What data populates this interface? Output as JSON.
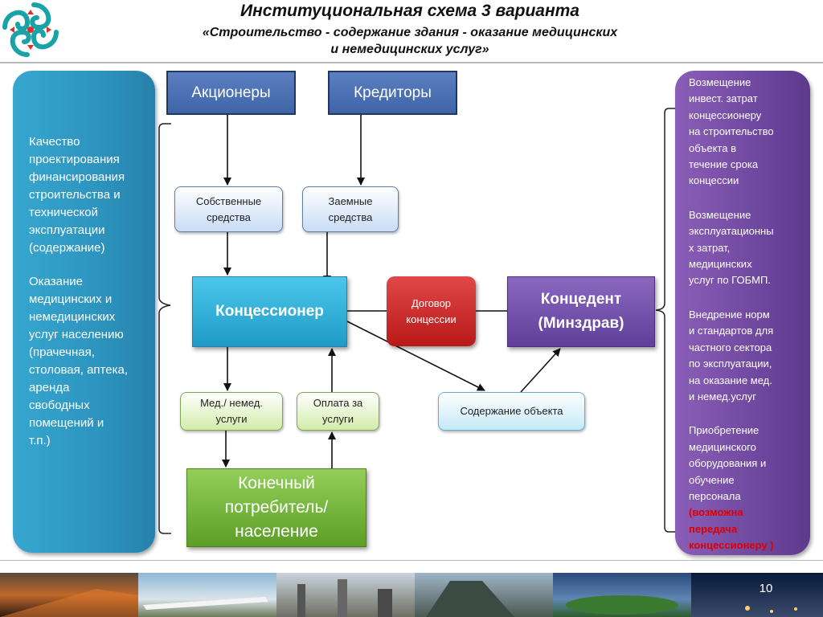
{
  "header": {
    "title": "Институциональная схема 3 варианта",
    "subtitle_line1": "«Строительство - содержание здания - оказание медицинских",
    "subtitle_line2": "и немедицинских услуг»"
  },
  "left_panel": {
    "paragraph1": "Качество\nпроектирования\nфинансирования\nстроительства и\nтехнической\nэксплуатации\n(содержание)",
    "paragraph2": "Оказание\nмедицинских и\nнемедицинских\nуслуг  населению\n(прачечная,\nстоловая, аптека,\nаренда\nсвободных\nпомещений и\nт.п.)"
  },
  "right_panel": {
    "paragraph1": "Возмещение\nинвест. затрат\nконцессионеру\nна строительство\nобъекта в\nтечение срока\nконцессии",
    "paragraph2": "Возмещение\nэксплуатационны\nх затрат,\nмедицинских\nуслуг по ГОБМП.",
    "paragraph3": "Внедрение норм\nи стандартов для\nчастного сектора\nпо эксплуатации,\nна оказание мед.\nи немед.услуг",
    "paragraph4": "Приобретение\nмедицинского\nоборудования и\nобучение\nперсонала",
    "paragraph4_note": "(возможна\nпередача\nконцессионеру )"
  },
  "diagram": {
    "shareholders": "Акционеры",
    "creditors": "Кредиторы",
    "own_funds": "Собственные\nсредства",
    "borrowed_funds": "Заемные\nсредства",
    "concessioner": "Концессионер",
    "contract": "Договор\nконцессии",
    "grantor": "Концедент\n(Минздрав)",
    "med_services": "Мед./ немед.\nуслуги",
    "payment": "Оплата за\nуслуги",
    "maintenance": "Содержание объекта",
    "consumer": "Конечный\nпотребитель/\nнаселение"
  },
  "footer": {
    "page_number": "10"
  },
  "colors": {
    "left_panel": "#2c94bf",
    "right_panel": "#6f48a0",
    "dark_blue_box": "#4a6db2",
    "concessioner": "#2aaad6",
    "contract": "#c82626",
    "grantor": "#6b4ca6",
    "consumer": "#76b83c",
    "note_red": "#dd0000"
  }
}
